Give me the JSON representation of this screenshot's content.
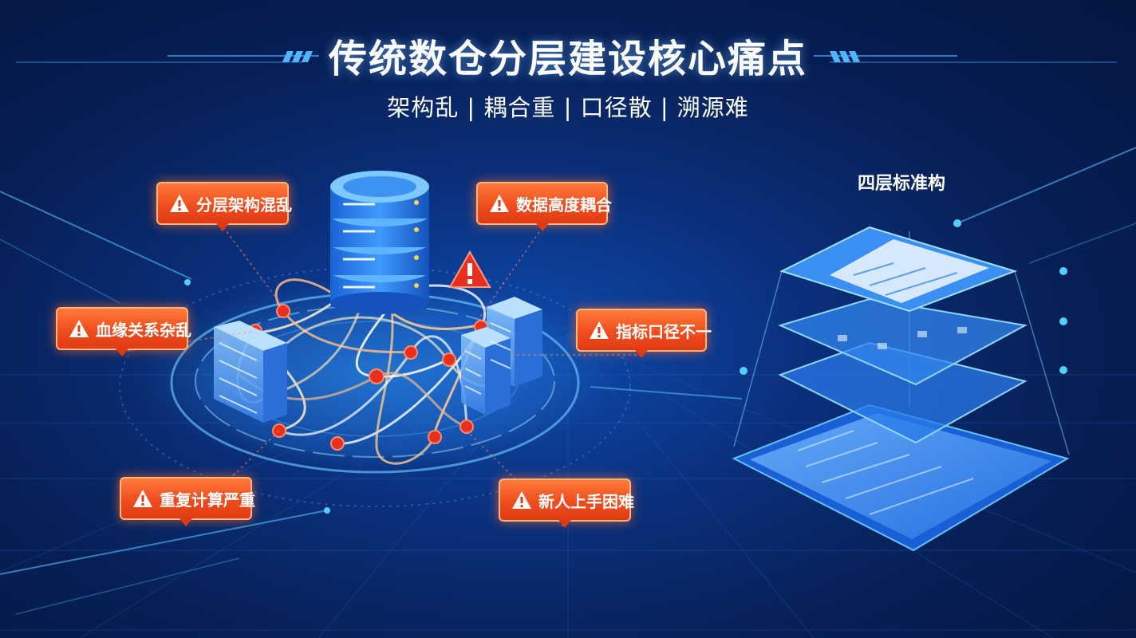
{
  "header": {
    "title": "传统数仓分层建设核心痛点",
    "subtitle": "架构乱 | 耦合重 | 口径散 | 溯源难"
  },
  "pain_points": [
    {
      "label": "分层架构混乱"
    },
    {
      "label": "数据高度耦合"
    },
    {
      "label": "血缘关系杂乱"
    },
    {
      "label": "指标口径不一"
    },
    {
      "label": "重复计算严重"
    },
    {
      "label": "新人上手困难"
    }
  ],
  "solution": {
    "title": "四层标准构"
  },
  "colors": {
    "alert": "#f04d1e",
    "accent": "#3fc6ff",
    "background": "#071f55"
  },
  "icons": [
    "warning-icon",
    "database-icon",
    "server-rack-icon",
    "layer-stack-icon"
  ]
}
